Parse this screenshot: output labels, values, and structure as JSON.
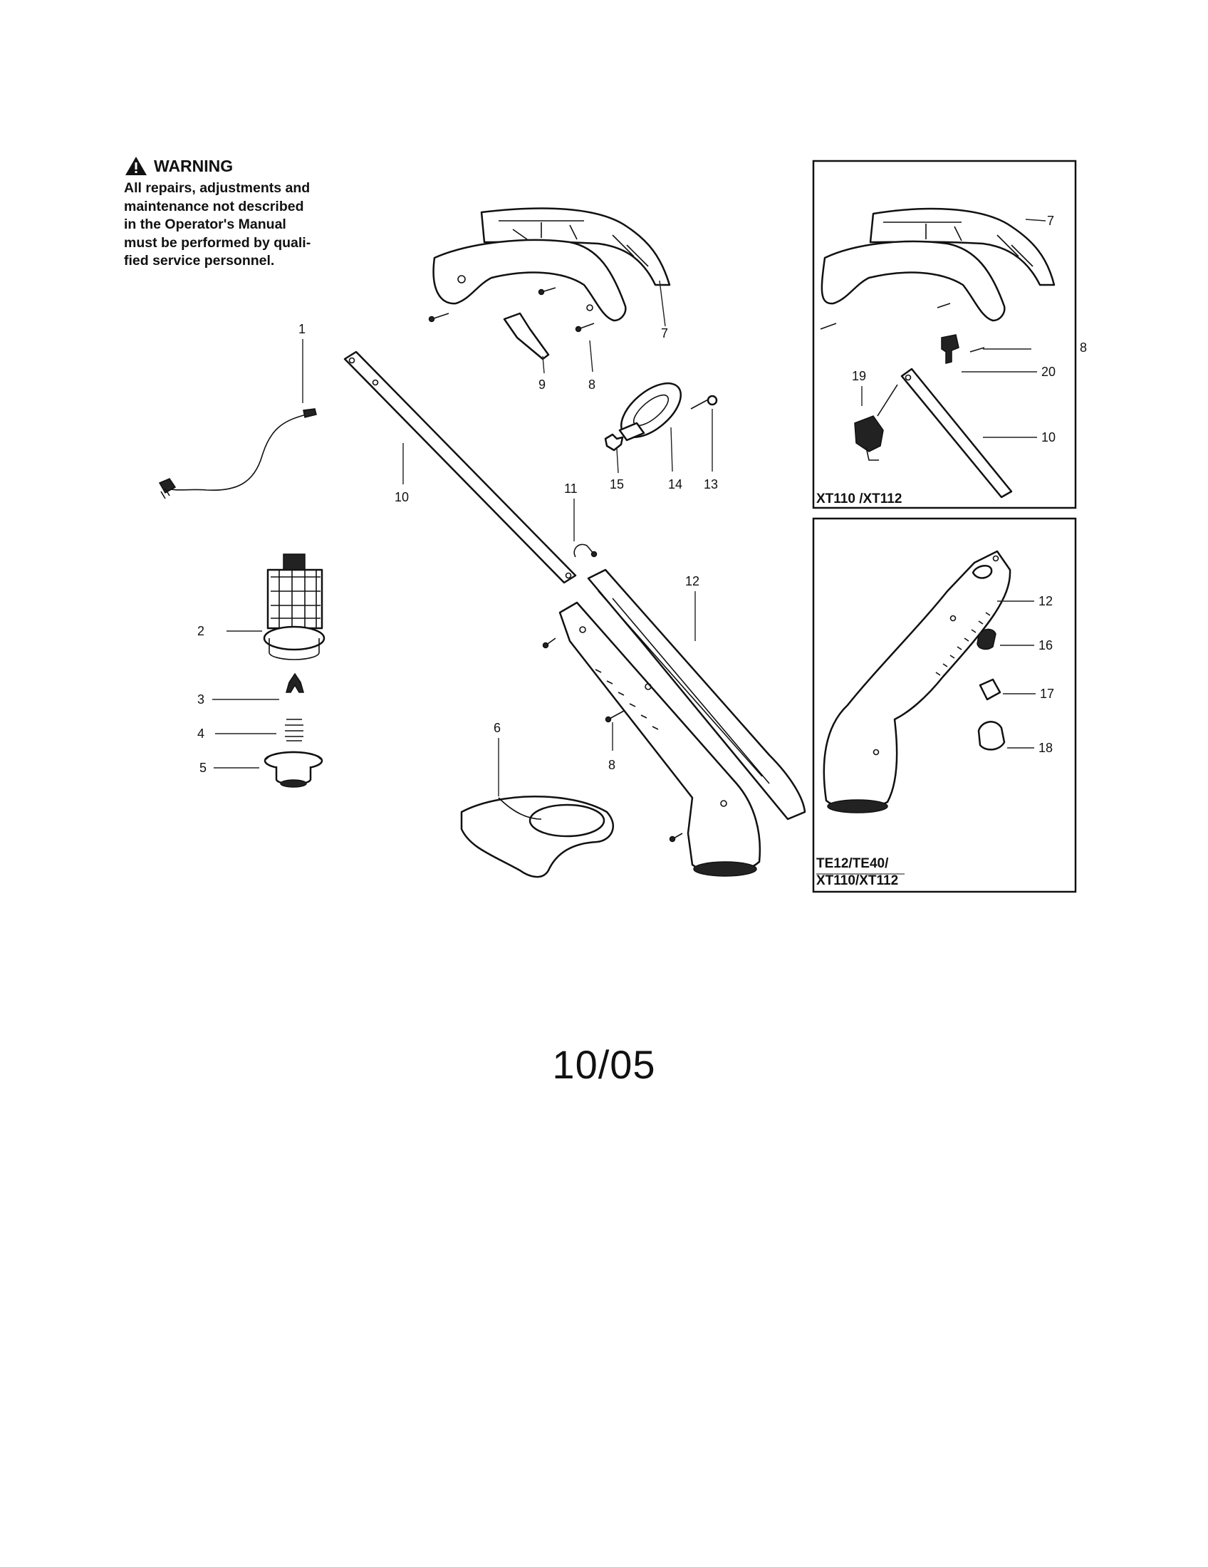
{
  "warning": {
    "heading": "WARNING",
    "lines": [
      "All repairs, adjustments and",
      "maintenance not described",
      "in the Operator's Manual",
      "must be performed by quali-",
      "fied service personnel."
    ]
  },
  "callouts": {
    "c1": "1",
    "c2": "2",
    "c3": "3",
    "c4": "4",
    "c5": "5",
    "c6": "6",
    "c7": "7",
    "c8a": "8",
    "c8b": "8",
    "c9": "9",
    "c10": "10",
    "c11": "11",
    "c12": "12",
    "c13": "13",
    "c14": "14",
    "c15": "15"
  },
  "inset_top": {
    "label": "XT110 /XT112",
    "callouts": {
      "c7": "7",
      "c8": "8",
      "c19": "19",
      "c20": "20",
      "c10": "10"
    }
  },
  "inset_bottom": {
    "label_line1": "TE12/TE40/",
    "label_line2": "XT110/XT112",
    "callouts": {
      "c12": "12",
      "c16": "16",
      "c17": "17",
      "c18": "18"
    }
  },
  "page_date": "10/05"
}
